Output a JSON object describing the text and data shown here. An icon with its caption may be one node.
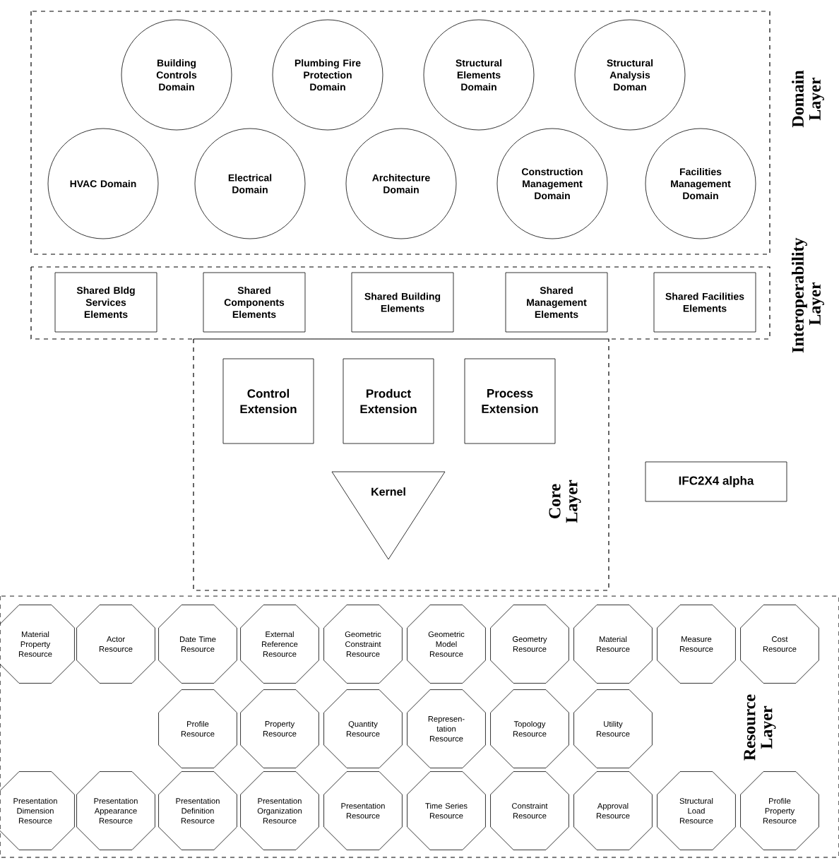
{
  "diagram": {
    "nodes": [
      {
        "text": [
          "Domain Layer"
        ]
      },
      {
        "text": [
          "Building Controls Domain"
        ],
        "in": 0
      },
      {
        "text": [
          "Plumbing Fire Protection Domain"
        ],
        "in": 0
      },
      {
        "text": [
          "Structural Elements Domain"
        ],
        "in": 0
      },
      {
        "text": [
          "Structural Analysis Doman"
        ],
        "in": 0
      },
      {
        "text": [
          "HVAC Domain"
        ],
        "in": 0
      },
      {
        "text": [
          "Electrical Domain"
        ],
        "in": 0
      },
      {
        "text": [
          "Architecture Domain"
        ],
        "in": 0
      },
      {
        "text": [
          "Construction Management Domain"
        ],
        "in": 0
      },
      {
        "text": [
          "Facilities Management Domain"
        ],
        "in": 0
      },
      {
        "text": [
          "Interoperability Layer"
        ]
      },
      {
        "text": [
          "Shared Bldg Services Elements"
        ],
        "in": 10
      },
      {
        "text": [
          "Shared Components Elements"
        ],
        "in": 10
      },
      {
        "text": [
          "Shared Building Elements"
        ],
        "in": 10
      },
      {
        "text": [
          "Shared Management Elements"
        ],
        "in": 10
      },
      {
        "text": [
          "Shared Facilities Elements"
        ],
        "in": 10
      },
      {
        "text": [
          "Core Layer"
        ]
      },
      {
        "text": [
          "Control Extension"
        ],
        "in": 16
      },
      {
        "text": [
          "Product Extension"
        ],
        "in": 16
      },
      {
        "text": [
          "Process Extension"
        ],
        "in": 16
      },
      {
        "text": [
          "Kernel"
        ],
        "in": 16
      },
      {
        "text": [
          "IFC2X4 alpha"
        ]
      },
      {
        "text": [
          "Resource Layer"
        ]
      },
      {
        "text": [
          "Material Property Resource"
        ],
        "in": 22
      },
      {
        "text": [
          "Actor Resource"
        ],
        "in": 22
      },
      {
        "text": [
          "Date Time Resource"
        ],
        "in": 22
      },
      {
        "text": [
          "External Reference Resource"
        ],
        "in": 22
      },
      {
        "text": [
          "Geometric Constraint Resource"
        ],
        "in": 22
      },
      {
        "text": [
          "Geometric Model Resource"
        ],
        "in": 22
      },
      {
        "text": [
          "Geometry Resource"
        ],
        "in": 22
      },
      {
        "text": [
          "Material Resource"
        ],
        "in": 22
      },
      {
        "text": [
          "Measure Resource"
        ],
        "in": 22
      },
      {
        "text": [
          "Cost Resource"
        ],
        "in": 22
      },
      {
        "text": [
          "Profile Resource"
        ],
        "in": 22
      },
      {
        "text": [
          "Property Resource"
        ],
        "in": 22
      },
      {
        "text": [
          "Quantity Resource"
        ],
        "in": 22
      },
      {
        "text": [
          "Represen- tation Resource"
        ],
        "in": 22
      },
      {
        "text": [
          "Topology Resource"
        ],
        "in": 22
      },
      {
        "text": [
          "Utility Resource"
        ],
        "in": 22
      },
      {
        "text": [
          "Presentation Dimension Resource"
        ],
        "in": 22
      },
      {
        "text": [
          "Presentation Appearance Resource"
        ],
        "in": 22
      },
      {
        "text": [
          "Presentation Definition Resource"
        ],
        "in": 22
      },
      {
        "text": [
          "Presentation Organization Resource"
        ],
        "in": 22
      },
      {
        "text": [
          "Presentation Resource"
        ],
        "in": 22
      },
      {
        "text": [
          "Time Series Resource"
        ],
        "in": 22
      },
      {
        "text": [
          "Constraint Resource"
        ],
        "in": 22
      },
      {
        "text": [
          "Approval Resource"
        ],
        "in": 22
      },
      {
        "text": [
          "Structural Load Resource"
        ],
        "in": 22
      },
      {
        "text": [
          "Profile Property Resource"
        ],
        "in": 22
      }
    ],
    "edges": []
  }
}
